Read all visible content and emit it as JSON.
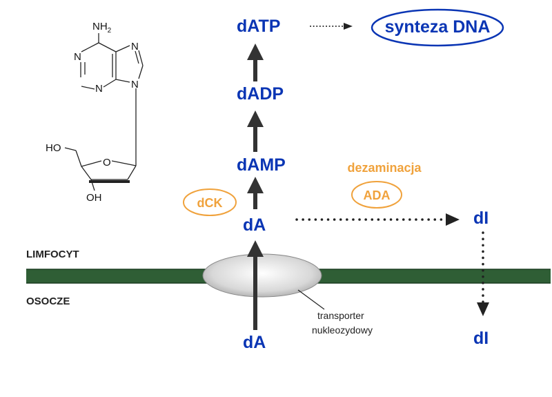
{
  "molecule": {
    "nh2": "NH",
    "nh2_sub": "2",
    "n1": "N",
    "n3": "N",
    "n7": "N",
    "n9": "N",
    "ho": "HO",
    "o_ring": "O",
    "oh": "OH"
  },
  "pathway": {
    "datp": "dATP",
    "dadp": "dADP",
    "damp": "dAMP",
    "da_in": "dA",
    "da_out": "dA",
    "di_in": "dI",
    "di_out": "dI",
    "synthesis": "synteza DNA"
  },
  "enzymes": {
    "dck": "dCK",
    "deamination": "dezaminacja",
    "ada": "ADA"
  },
  "membrane": {
    "inside_label": "LIMFOCYT",
    "outside_label": "OSOCZE",
    "transporter_line1": "transporter",
    "transporter_line2": "nukleozydowy"
  },
  "colors": {
    "metabolite": "#0a35b4",
    "enzyme": "#f0a23c",
    "membrane": "#2f5e35",
    "arrow": "#333333",
    "ellipse_outline": "#0a35b4"
  }
}
